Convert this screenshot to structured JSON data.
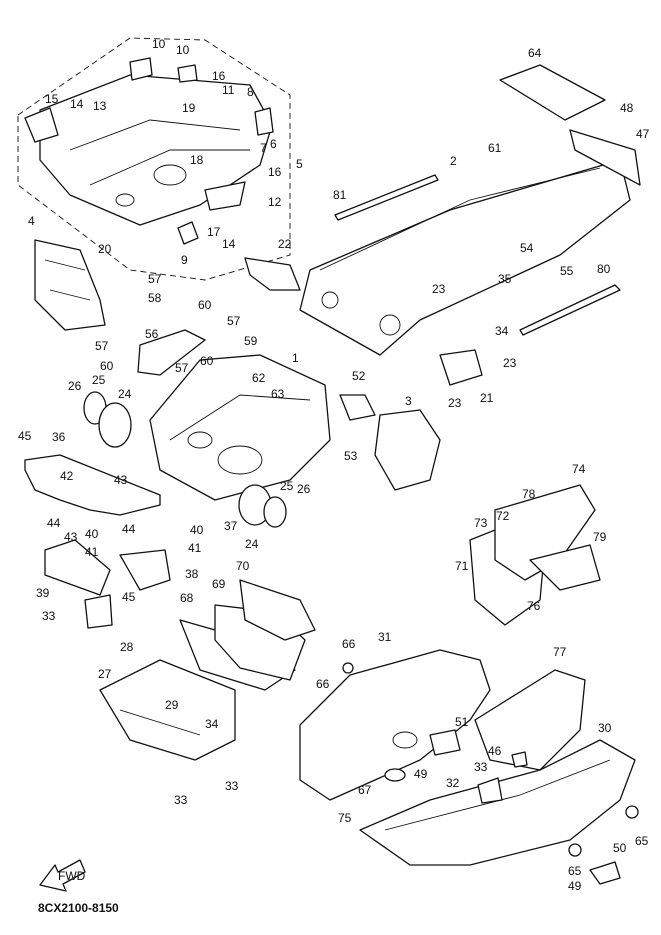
{
  "diagram": {
    "part_code": "8CX2100-8150",
    "fwd_label": "FWD",
    "callouts": [
      "1",
      "2",
      "3",
      "4",
      "5",
      "6",
      "7",
      "8",
      "9",
      "10",
      "11",
      "12",
      "13",
      "14",
      "15",
      "16",
      "17",
      "18",
      "19",
      "20",
      "21",
      "22",
      "23",
      "24",
      "25",
      "26",
      "27",
      "28",
      "29",
      "30",
      "31",
      "32",
      "33",
      "34",
      "35",
      "36",
      "37",
      "38",
      "39",
      "40",
      "41",
      "42",
      "43",
      "44",
      "45",
      "46",
      "47",
      "48",
      "49",
      "50",
      "51",
      "52",
      "53",
      "54",
      "55",
      "56",
      "57",
      "58",
      "59",
      "60",
      "61",
      "62",
      "63",
      "64",
      "65",
      "66",
      "67",
      "68",
      "69",
      "70",
      "71",
      "72",
      "73",
      "74",
      "75",
      "76",
      "77",
      "78",
      "79",
      "80",
      "81"
    ]
  }
}
